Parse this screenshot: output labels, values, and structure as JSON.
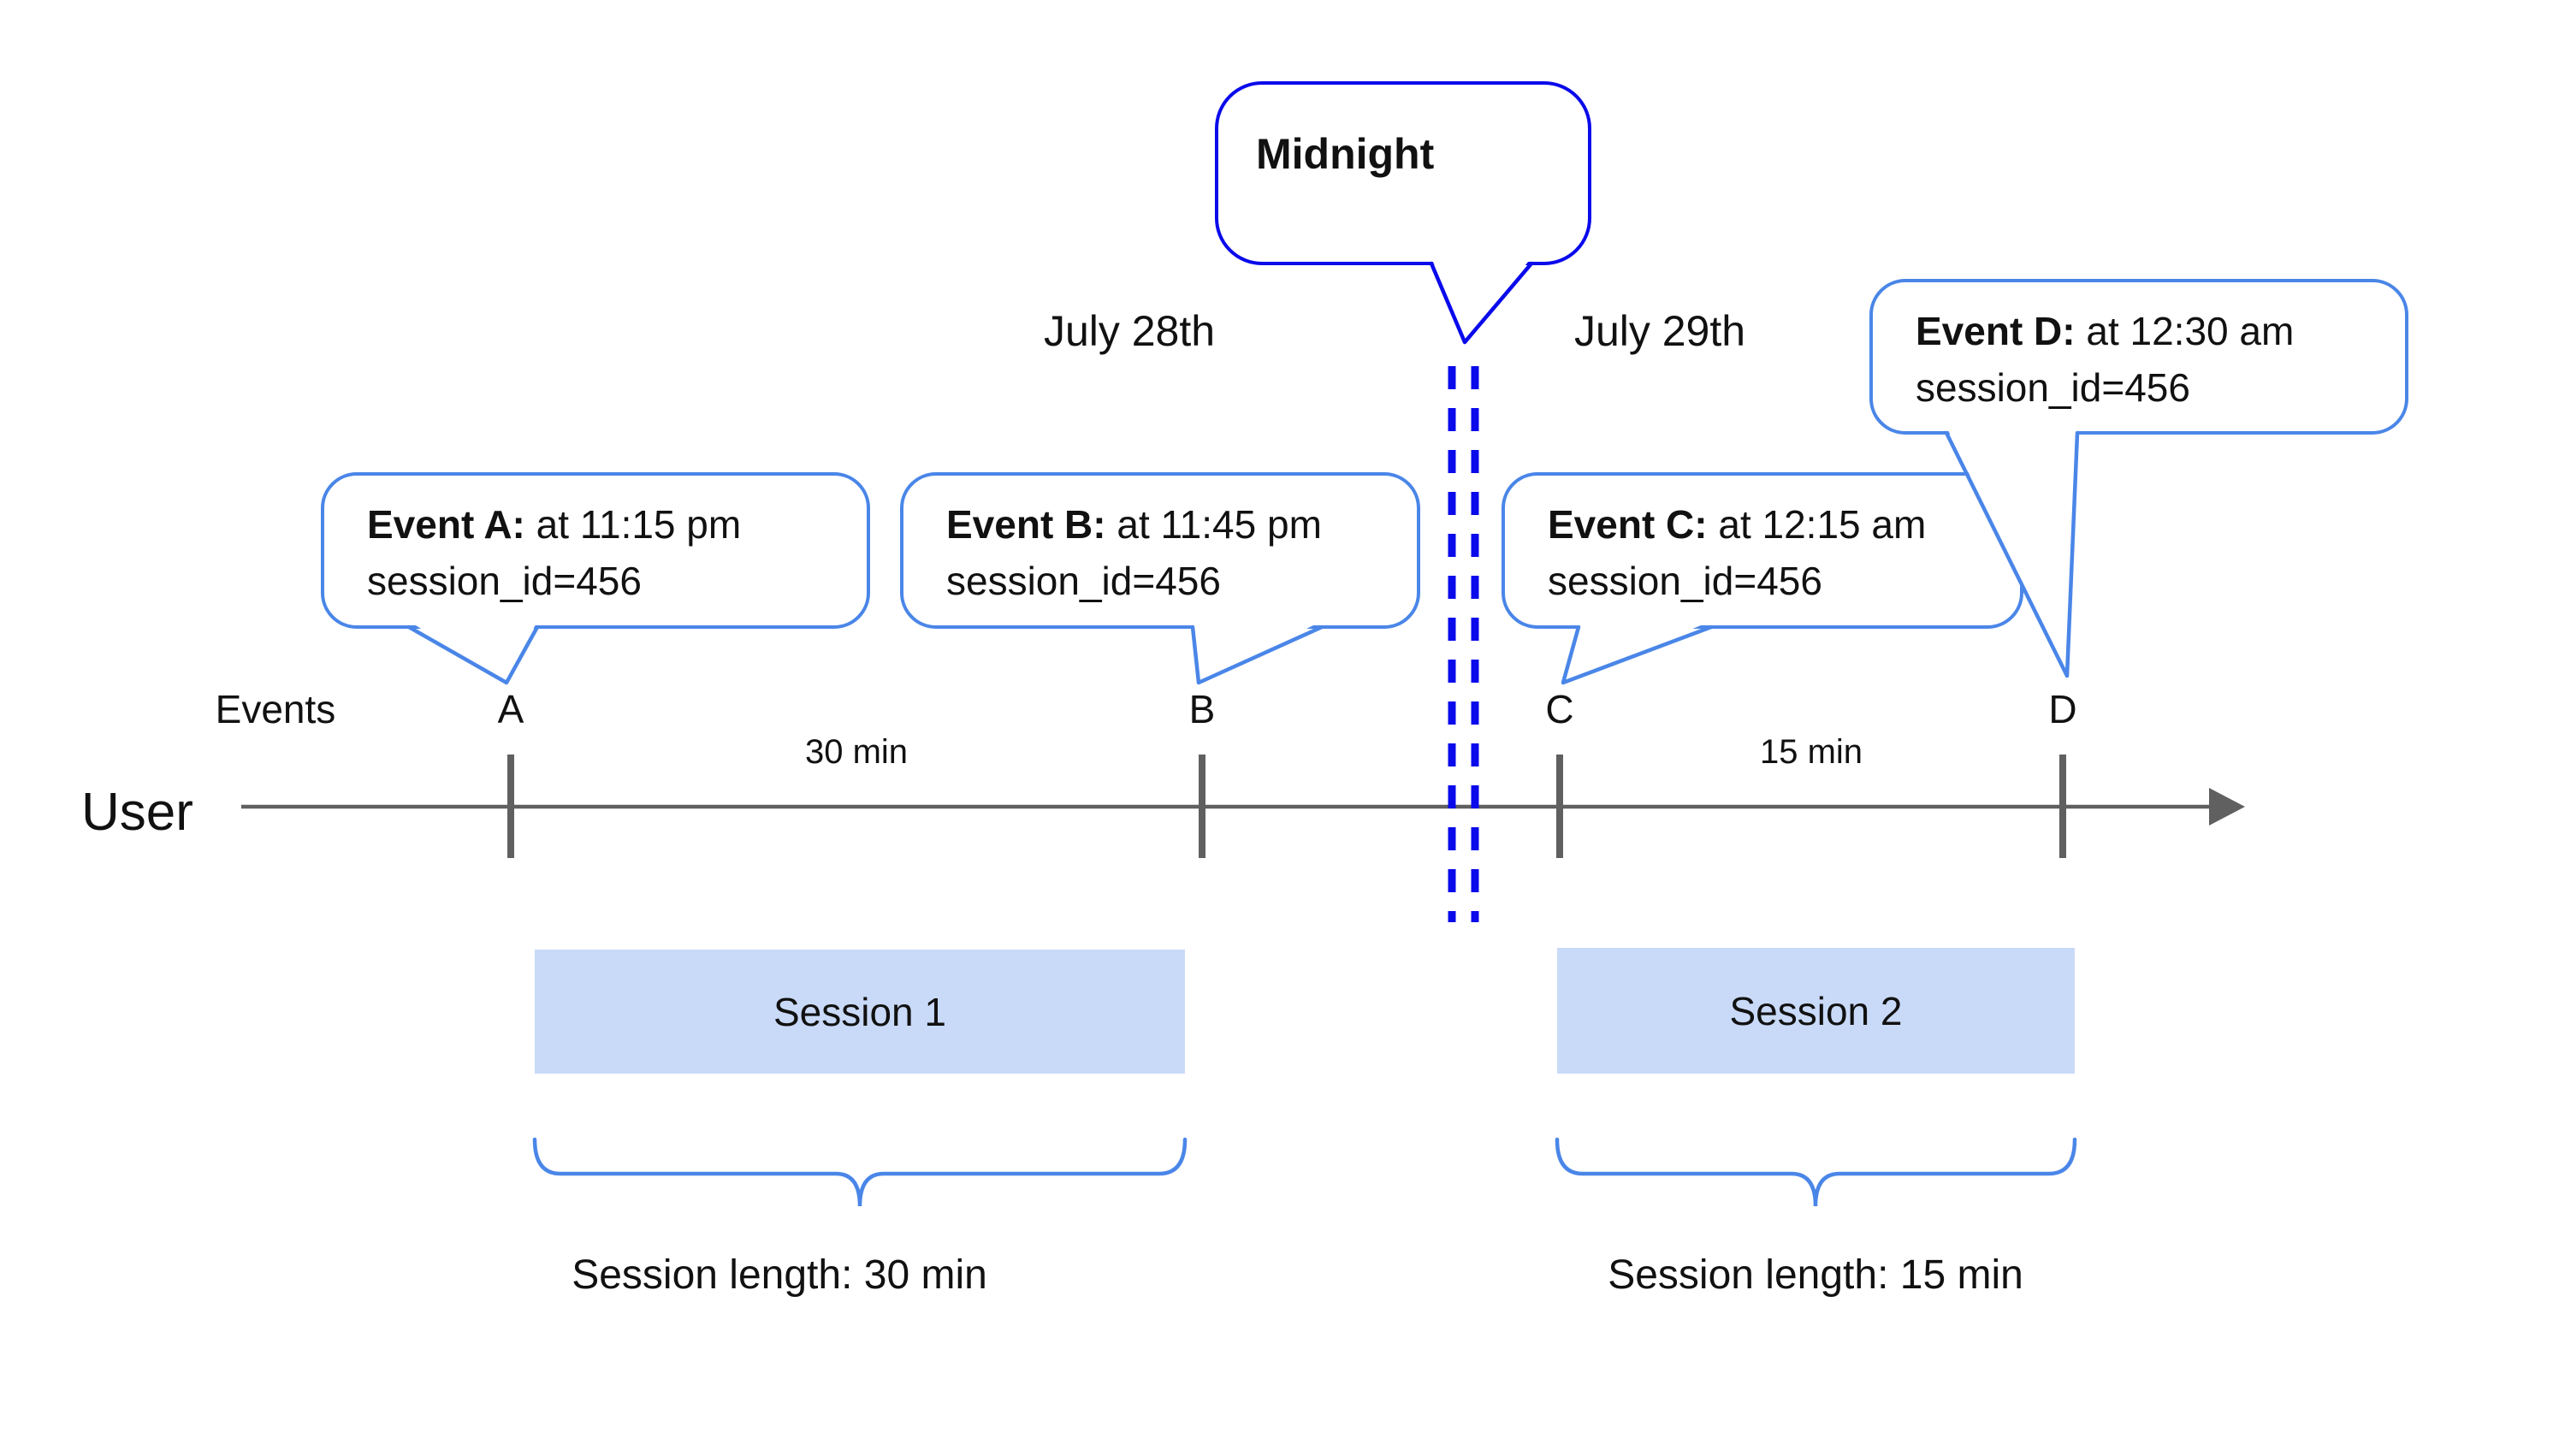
{
  "midnight": {
    "label": "Midnight"
  },
  "dates": {
    "left": "July 28th",
    "right": "July 29th"
  },
  "events": [
    {
      "letter": "A",
      "label": "Event A:",
      "time": " at 11:15 pm",
      "session": "session_id=456"
    },
    {
      "letter": "B",
      "label": "Event B:",
      "time": " at 11:45 pm",
      "session": "session_id=456"
    },
    {
      "letter": "C",
      "label": "Event C:",
      "time": " at 12:15 am",
      "session": "session_id=456"
    },
    {
      "letter": "D",
      "label": "Event D:",
      "time": " at 12:30 am",
      "session": "session_id=456"
    }
  ],
  "axis": {
    "events_label": "Events",
    "user_label": "User",
    "gap_labels": [
      "30 min",
      "15 min"
    ]
  },
  "sessions": [
    {
      "name": "Session 1",
      "length_label": "Session length: 30 min"
    },
    {
      "name": "Session 2",
      "length_label": "Session length: 15 min"
    }
  ],
  "colors": {
    "callout_blue": "#4a86e8",
    "midnight_blue": "#0a0aeb",
    "session_fill": "#c9daf8",
    "axis_gray": "#606060"
  }
}
